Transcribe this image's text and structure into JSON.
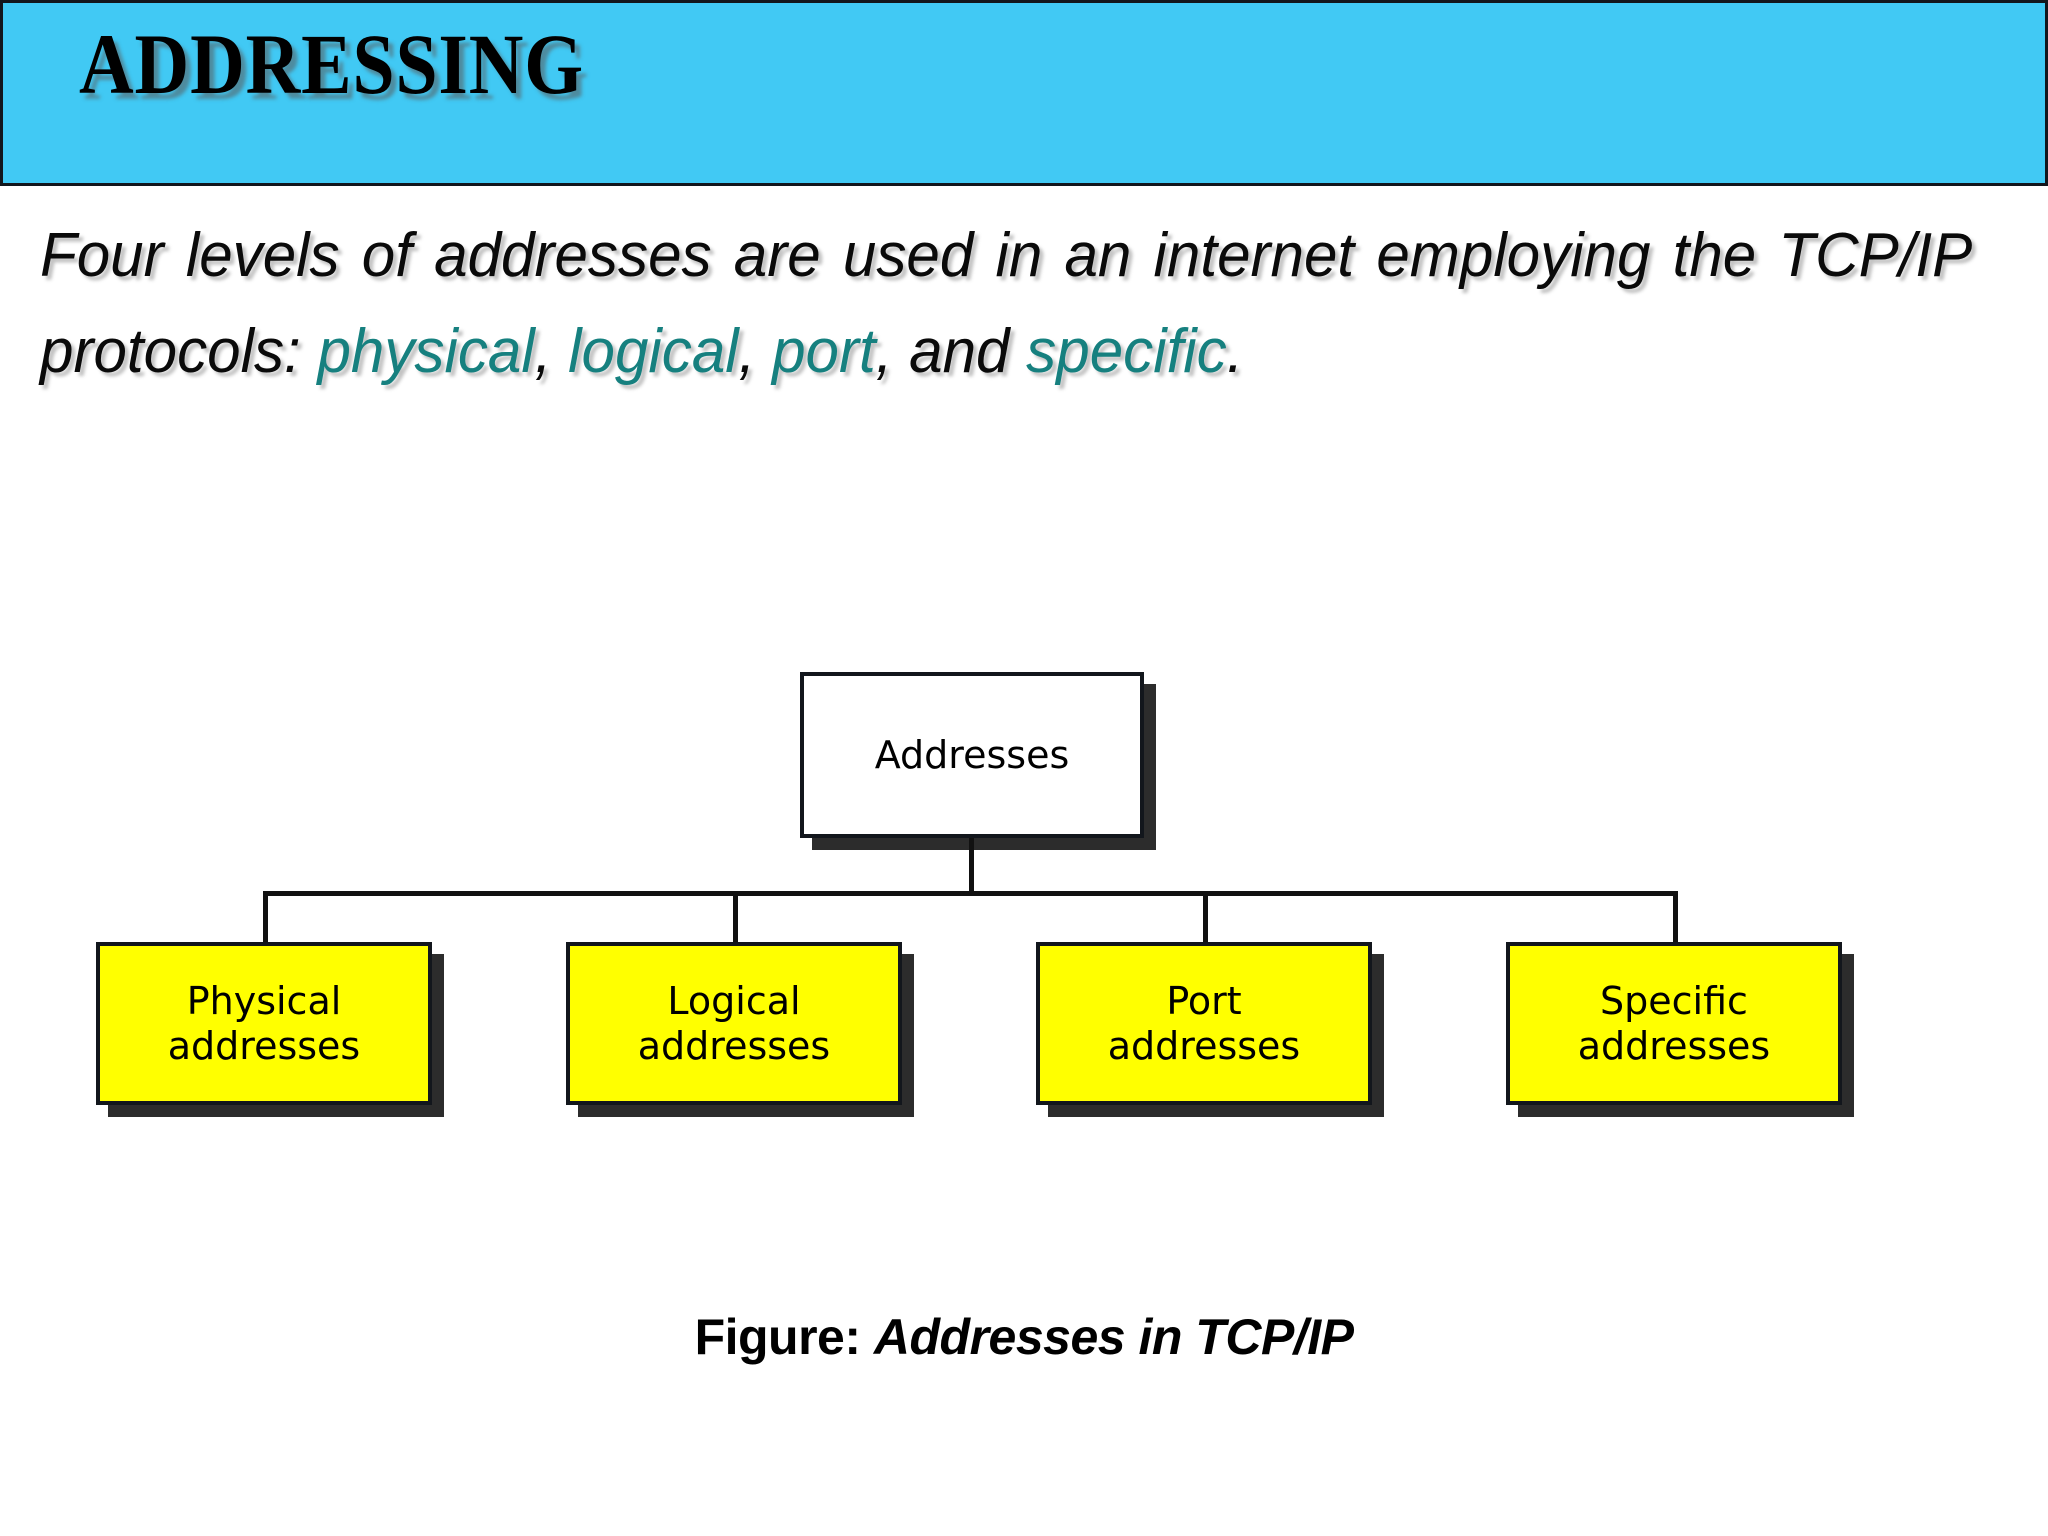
{
  "slide": {
    "title": "ADDRESSING",
    "banner_color": "#41C9F4",
    "banner_border_color": "#12161C"
  },
  "body": {
    "segments": [
      {
        "text": "Four levels of addresses are used in an internet employing the TCP/IP protocols: ",
        "color": "#0A0A0A",
        "highlight": false
      },
      {
        "text": "physical",
        "color": "#16807F",
        "highlight": true
      },
      {
        "text": ", ",
        "color": "#0A0A0A",
        "highlight": false
      },
      {
        "text": "logical",
        "color": "#16807F",
        "highlight": true
      },
      {
        "text": ", ",
        "color": "#0A0A0A",
        "highlight": false
      },
      {
        "text": "port",
        "color": "#16807F",
        "highlight": true
      },
      {
        "text": ", and ",
        "color": "#0A0A0A",
        "highlight": false
      },
      {
        "text": "specific",
        "color": "#16807F",
        "highlight": true
      },
      {
        "text": ".",
        "color": "#0A0A0A",
        "highlight": false
      }
    ],
    "part_1": "Four levels of addresses are used in an internet employing the TCP/IP protocols: ",
    "hl_physical": "physical",
    "sep_1": ", ",
    "hl_logical": "logical",
    "sep_2": ", ",
    "hl_port": "port",
    "sep_3": ", and ",
    "hl_specific": "specific",
    "end_period": ".",
    "highlight_color": "#16807F",
    "text_color": "#0A0A0A"
  },
  "chart_data": {
    "type": "diagram",
    "diagram_kind": "tree",
    "title": "Addresses in TCP/IP",
    "root": {
      "label": "Addresses",
      "fill": "#FFFFFF",
      "border": "#12161C"
    },
    "children": [
      {
        "label_line1": "Physical",
        "label_line2": "addresses",
        "fill": "#FFFF00",
        "border": "#12161C"
      },
      {
        "label_line1": "Logical",
        "label_line2": "addresses",
        "fill": "#FFFF00",
        "border": "#12161C"
      },
      {
        "label_line1": "Port",
        "label_line2": "addresses",
        "fill": "#FFFF00",
        "border": "#12161C"
      },
      {
        "label_line1": "Specific",
        "label_line2": "addresses",
        "fill": "#FFFF00",
        "border": "#12161C"
      }
    ],
    "shadow_color": "#2C2C2C",
    "connector_color": "#111111"
  },
  "diagram": {
    "root_label": "Addresses",
    "nodes": [
      {
        "label": "Physical\naddresses"
      },
      {
        "label": "Logical\naddresses"
      },
      {
        "label": "Port\naddresses"
      },
      {
        "label": "Specific\naddresses"
      }
    ]
  },
  "caption": {
    "prefix": "Figure: ",
    "title": "Addresses in TCP/IP"
  }
}
